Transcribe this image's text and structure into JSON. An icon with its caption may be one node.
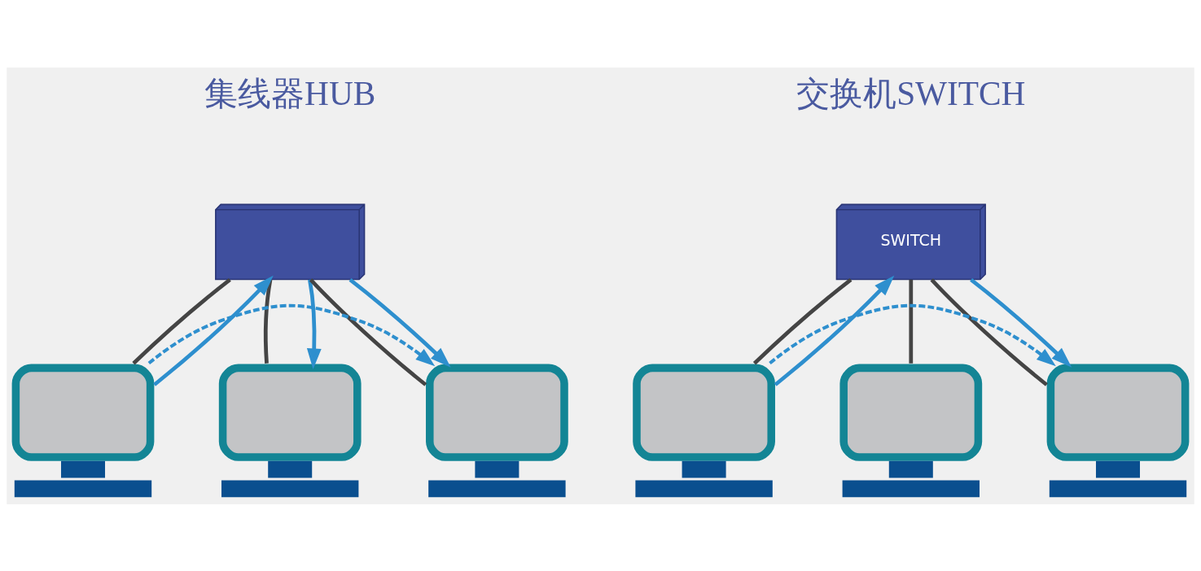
{
  "diagram": {
    "nodes": [
      {
        "text": [],
        "shape": "picture"
      },
      {
        "text": [],
        "shape": "monitor"
      },
      {
        "text": [],
        "shape": "monitor"
      },
      {
        "text": [],
        "shape": "monitor"
      },
      {
        "text": [
          "SWITCH"
        ]
      },
      {
        "text": [],
        "shape": "monitor"
      },
      {
        "text": [],
        "shape": "monitor"
      },
      {
        "text": [],
        "shape": "monitor"
      }
    ],
    "edges": [
      {
        "from": 0,
        "to": 1,
        "arrow": "none",
        "color": "#444444"
      },
      {
        "from": 0,
        "to": 2,
        "arrow": "none",
        "color": "#444444"
      },
      {
        "from": 0,
        "to": 3,
        "arrow": "none",
        "color": "#444444"
      },
      {
        "from": 1,
        "to": 0,
        "arrow": "to",
        "color": "#2e8fce"
      },
      {
        "from": 0,
        "to": 2,
        "arrow": "to",
        "color": "#2e8fce"
      },
      {
        "from": 0,
        "to": 3,
        "arrow": "to",
        "color": "#2e8fce"
      },
      {
        "from": 1,
        "to": 3,
        "arrow": "to",
        "style": "dashed",
        "color": "#2e8fce"
      },
      {
        "from": 4,
        "to": 5,
        "arrow": "none",
        "color": "#444444"
      },
      {
        "from": 4,
        "to": 6,
        "arrow": "none",
        "color": "#444444"
      },
      {
        "from": 4,
        "to": 7,
        "arrow": "none",
        "color": "#444444"
      },
      {
        "from": 5,
        "to": 4,
        "arrow": "to",
        "color": "#2e8fce"
      },
      {
        "from": 4,
        "to": 7,
        "arrow": "to",
        "color": "#2e8fce"
      },
      {
        "from": 5,
        "to": 7,
        "arrow": "to",
        "style": "dashed",
        "color": "#2e8fce"
      }
    ],
    "labels": [
      "集线器HUB",
      "交换机SWITCH"
    ]
  }
}
